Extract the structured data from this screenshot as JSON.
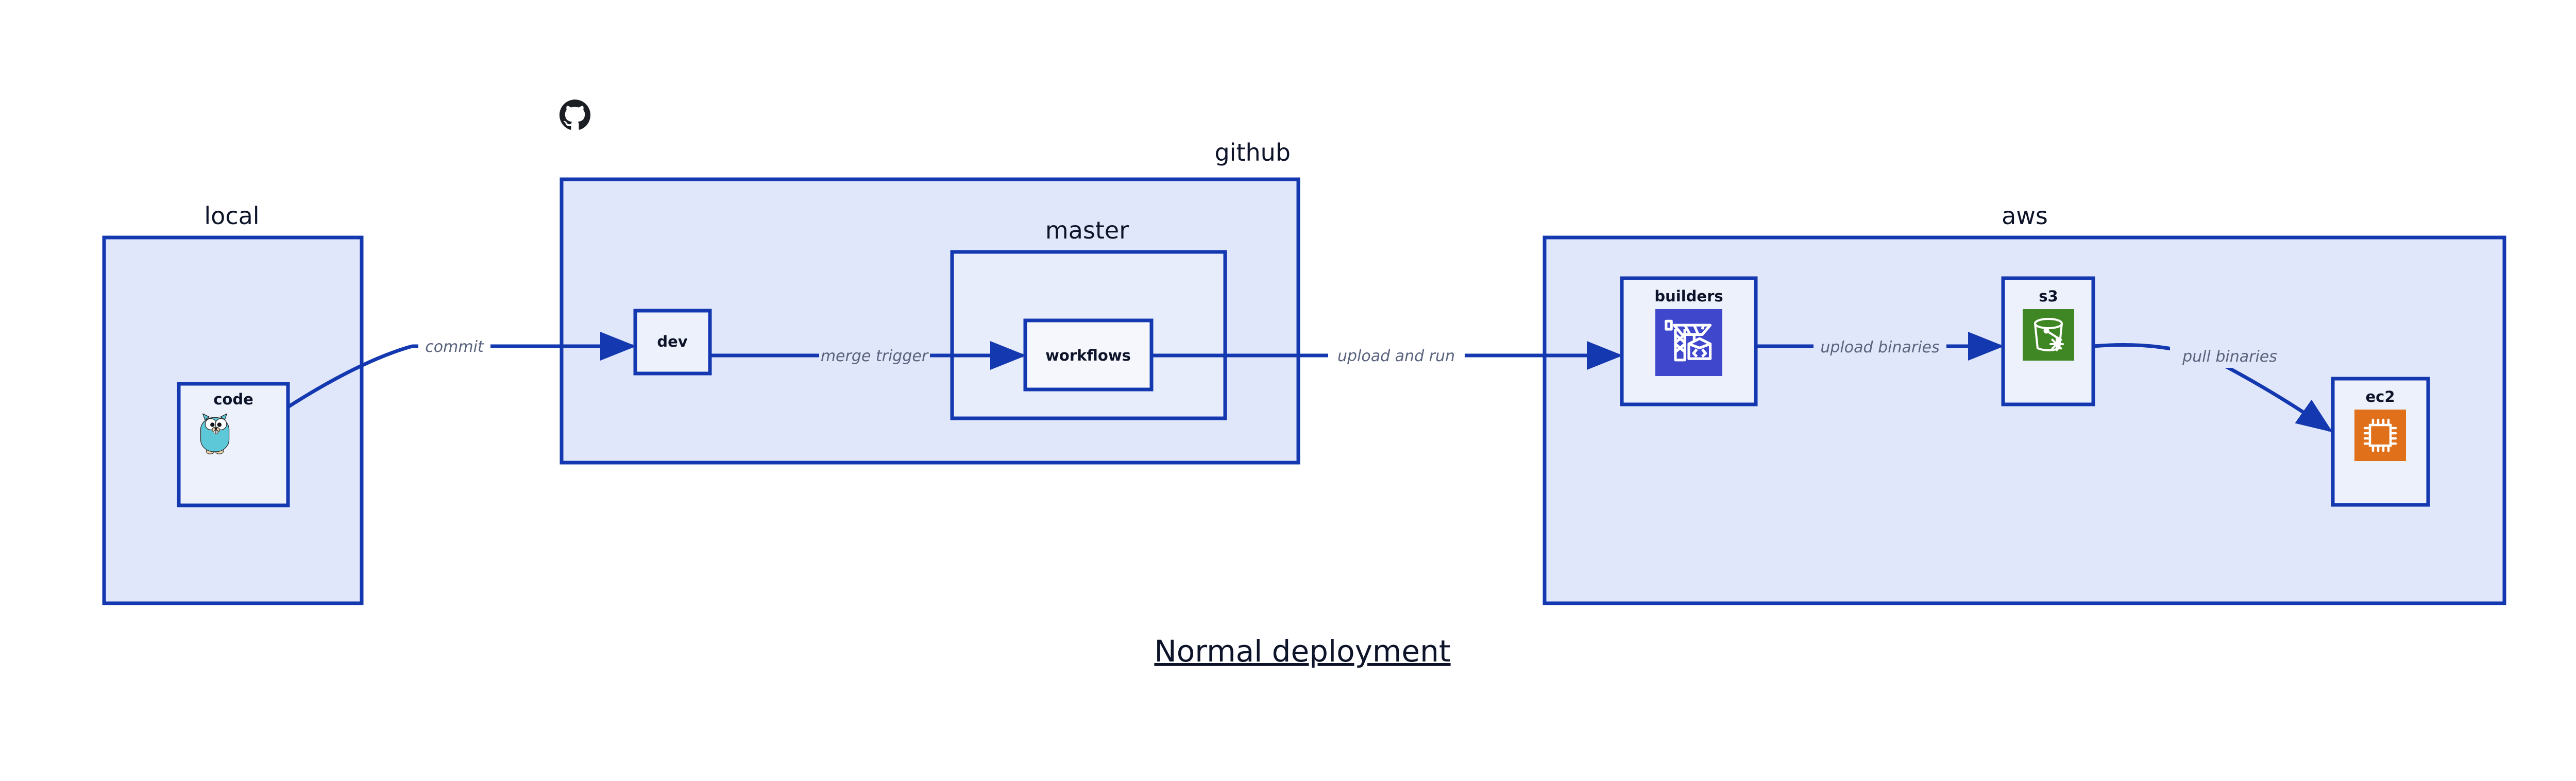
{
  "diagram": {
    "title": "Normal deployment",
    "background_color": "#ffffff",
    "accent_color": "#1438b0",
    "group_fill": "#e1e7fa",
    "subgroup_fill": "#e8edfb",
    "node_fill": "#edf1fc",
    "label_color": "#0d1329",
    "edge_label_color": "#59637d"
  },
  "groups": [
    {
      "id": "local",
      "label": "local",
      "label_align": "center"
    },
    {
      "id": "github",
      "label": "github",
      "label_align": "right"
    },
    {
      "id": "aws",
      "label": "aws",
      "label_align": "center"
    }
  ],
  "subgroups": [
    {
      "id": "master",
      "label": "master",
      "parent": "github"
    }
  ],
  "nodes": [
    {
      "id": "code",
      "label": "code",
      "group": "local",
      "icon": "go-gopher-icon",
      "icon_color": "#5dc9d8"
    },
    {
      "id": "dev",
      "label": "dev",
      "group": "github",
      "icon": "none",
      "icon_color": ""
    },
    {
      "id": "workflows",
      "label": "workflows",
      "group": "master",
      "icon": "none",
      "icon_color": ""
    },
    {
      "id": "builders",
      "label": "builders",
      "group": "aws",
      "icon": "aws-codebuild-icon",
      "icon_color": "#3f48cc"
    },
    {
      "id": "s3",
      "label": "s3",
      "group": "aws",
      "icon": "aws-s3-glacier-icon",
      "icon_color": "#3f8624"
    },
    {
      "id": "ec2",
      "label": "ec2",
      "group": "aws",
      "icon": "aws-ec2-icon",
      "icon_color": "#e0701a"
    }
  ],
  "edges": [
    {
      "id": "code-dev",
      "from": "code",
      "to": "dev",
      "label": "commit"
    },
    {
      "id": "dev-workflows",
      "from": "dev",
      "to": "workflows",
      "label": "merge trigger"
    },
    {
      "id": "workflows-builders",
      "from": "workflows",
      "to": "builders",
      "label": "upload and run"
    },
    {
      "id": "builders-s3",
      "from": "builders",
      "to": "s3",
      "label": "upload binaries"
    },
    {
      "id": "s3-ec2",
      "from": "s3",
      "to": "ec2",
      "label": "pull binaries"
    }
  ],
  "logos": [
    {
      "id": "github-octocat",
      "name": "github-octocat-logo",
      "color": "#1b1f23"
    }
  ]
}
